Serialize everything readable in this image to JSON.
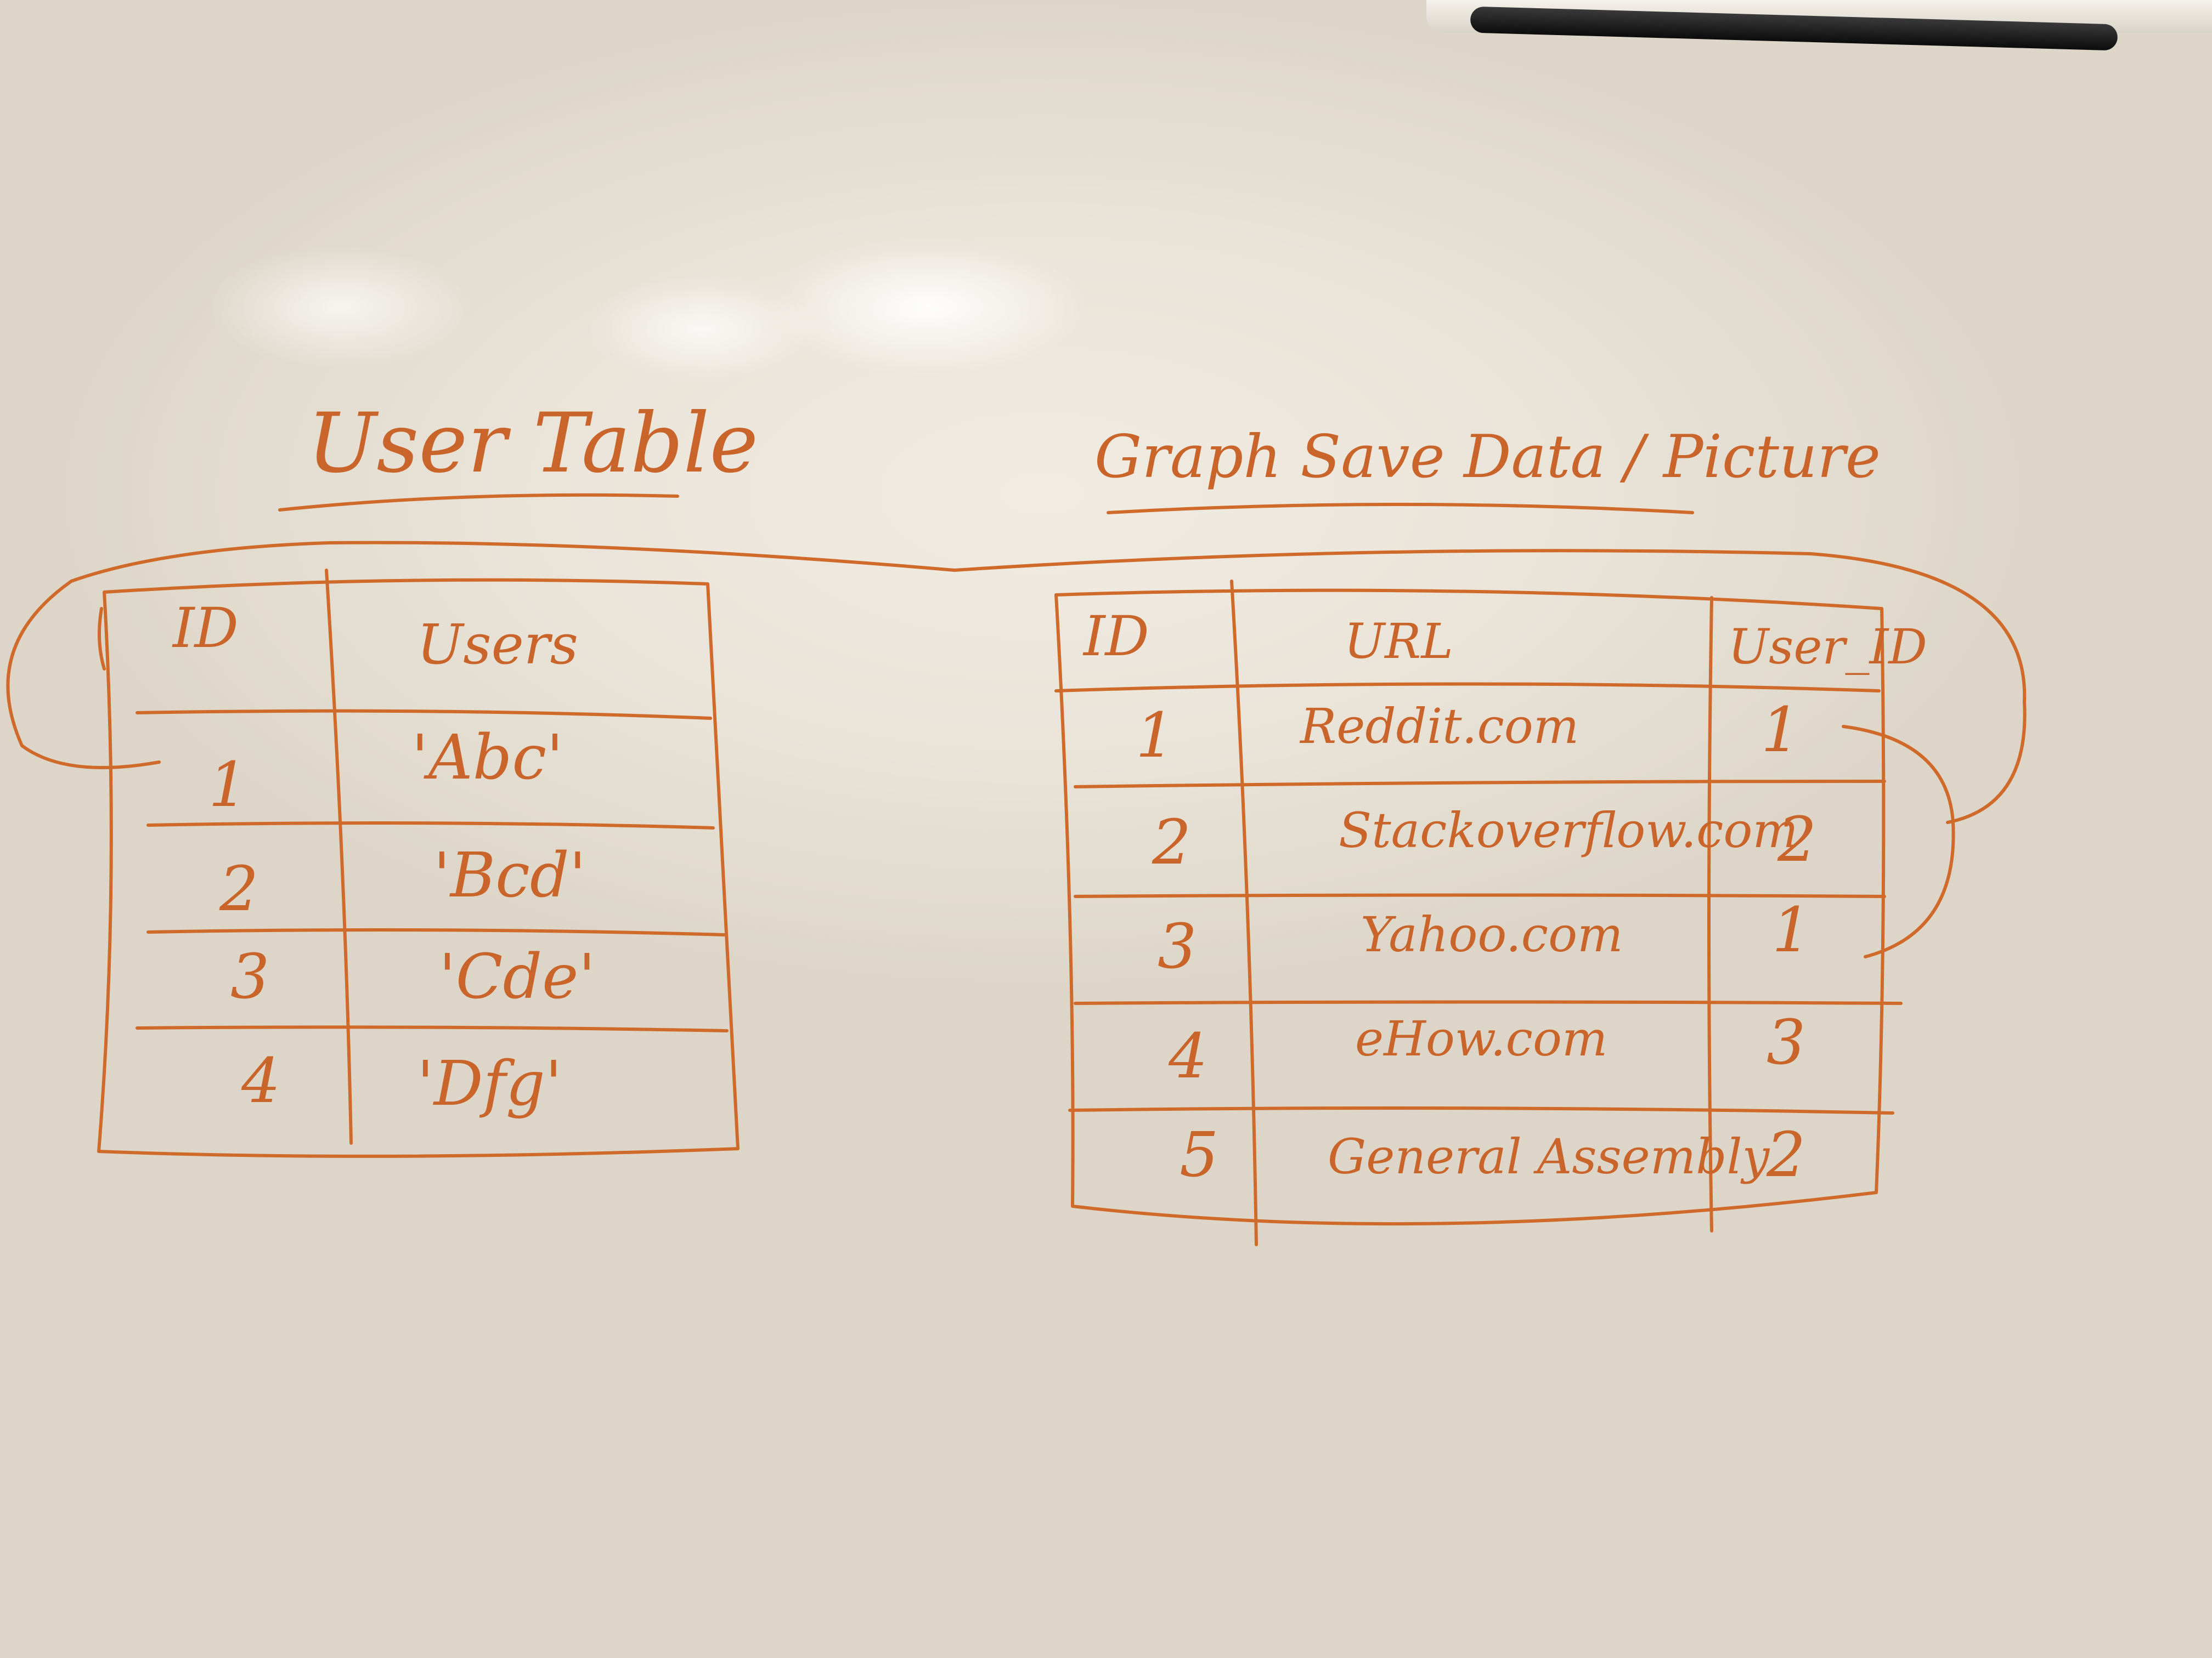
{
  "user_table": {
    "title": "User Table",
    "headers": [
      "ID",
      "Users"
    ],
    "rows": [
      {
        "id": "1",
        "user": "'Abc'"
      },
      {
        "id": "2",
        "user": "'Bcd'"
      },
      {
        "id": "3",
        "user": "'Cde'"
      },
      {
        "id": "4",
        "user": "'Dfg'"
      }
    ]
  },
  "graph_table": {
    "title": "Graph Save Data / Picture",
    "headers": [
      "ID",
      "URL",
      "User_ID"
    ],
    "rows": [
      {
        "id": "1",
        "url": "Reddit.com",
        "user_id": "1"
      },
      {
        "id": "2",
        "url": "Stackoverflow.com",
        "user_id": "2"
      },
      {
        "id": "3",
        "url": "Yahoo.com",
        "user_id": "1"
      },
      {
        "id": "4",
        "url": "eHow.com",
        "user_id": "3"
      },
      {
        "id": "5",
        "url": "General Assembly",
        "user_id": "2"
      }
    ]
  },
  "colors": {
    "ink": "#cf6a2a",
    "board": "#ebe5da"
  }
}
